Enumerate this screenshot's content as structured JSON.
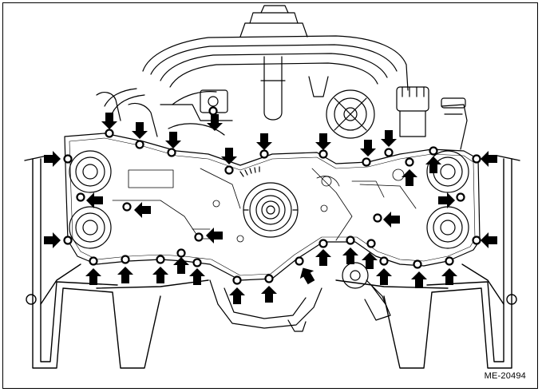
{
  "figure": {
    "reference_code": "ME-20494",
    "colors": {
      "line": "#000000",
      "background": "#ffffff",
      "arrow_fill": "#000000"
    },
    "callout_arrow_count": 34,
    "bolt_marker_count": 34
  }
}
